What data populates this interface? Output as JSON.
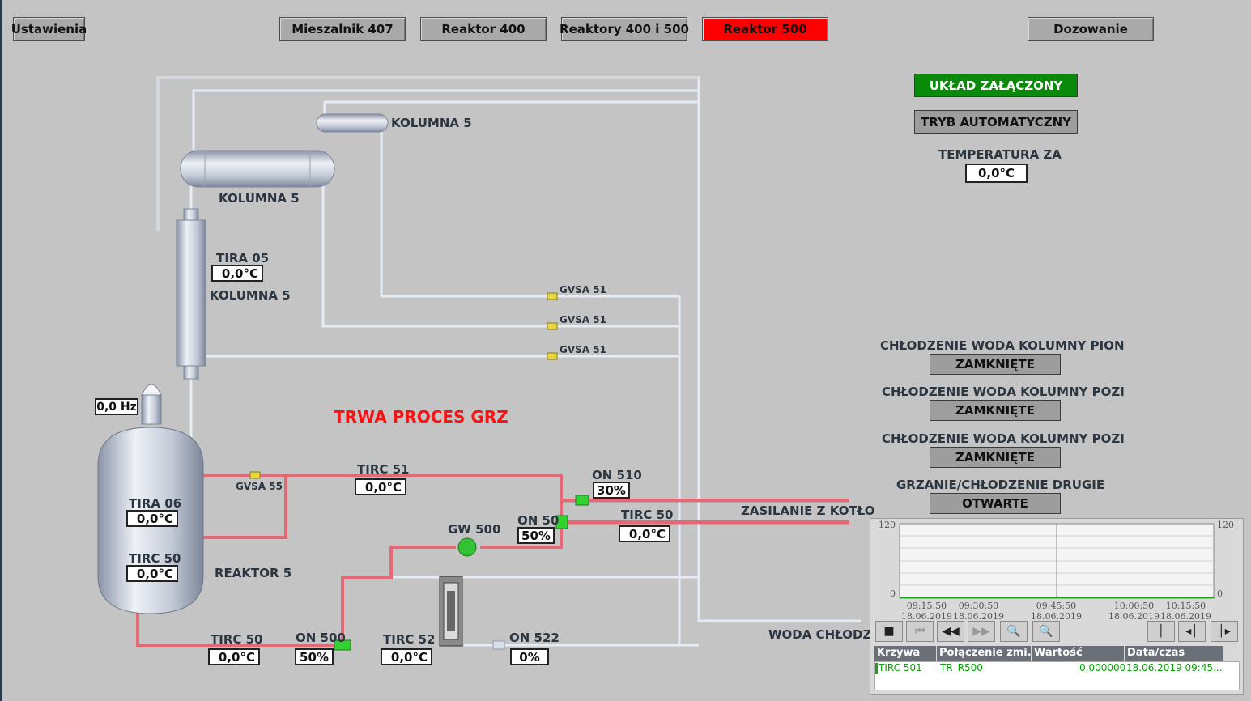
{
  "nav": {
    "settings": "Ustawienia",
    "mixer": "Mieszalnik 407",
    "reactor400": "Reaktor 400",
    "reactors400_500": "Reaktory 400 i 500",
    "reactor500": "Reaktor 500",
    "dosing": "Dozowanie"
  },
  "status": {
    "system_on": "UKŁAD ZAŁĄCZONY",
    "mode": "TRYB AUTOMATYCZNY",
    "temp_label": "TEMPERATURA ZA",
    "temp_value": "0,0°C"
  },
  "cooling": [
    {
      "label": "CHŁODZENIE WODA KOLUMNY PION",
      "state": "ZAMKNIĘTE"
    },
    {
      "label": "CHŁODZENIE WODA KOLUMNY POZI",
      "state": "ZAMKNIĘTE"
    },
    {
      "label": "CHŁODZENIE WODA KOLUMNY POZI",
      "state": "ZAMKNIĘTE"
    },
    {
      "label": "GRZANIE/CHŁODZENIE DRUGIE",
      "state": "OTWARTE"
    }
  ],
  "process": {
    "message": "TRWA PROCES GRZ",
    "col_top_label": "KOLUMNA 5",
    "col_horiz_label": "KOLUMNA 5",
    "col_vert_label": "KOLUMNA 5",
    "tira05_label": "TIRA 05",
    "tira05_value": "0,0°C",
    "motor_hz": "0,0 Hz",
    "tira06_label": "TIRA 06",
    "tira06_value": "0,0°C",
    "tirc50_label": "TIRC 50",
    "tirc50_value": "0,0°C",
    "reactor_label": "REAKTOR 5",
    "gvsa55": "GVSA 55",
    "tirc51_label": "TIRC 51",
    "tirc51_value": "0,0°C",
    "gvsa1": "GVSA 51",
    "gvsa2": "GVSA 51",
    "gvsa3": "GVSA 51",
    "on510_label": "ON 510",
    "on510_value": "30%",
    "on50x_label": "ON 50",
    "on50x_value": "50%",
    "tirc5r_label": "TIRC 50",
    "tirc5r_value": "0,0°C",
    "boiler_label": "ZASILANIE Z KOTŁO",
    "gw_label": "GW 500",
    "tirc5b_label": "TIRC 50",
    "tirc5b_value": "0,0°C",
    "on500_label": "ON 500",
    "on500_value": "50%",
    "tirc52_label": "TIRC 52",
    "tirc52_value": "0,0°C",
    "on522_label": "ON 522",
    "on522_value": "0%",
    "water_label": "WODA CHŁODZ"
  },
  "trend": {
    "y_max": "120",
    "y_min": "0",
    "time_labels": [
      {
        "t": "09:15:50",
        "d": "18.06.2019"
      },
      {
        "t": "09:30:50",
        "d": "18.06.2019"
      },
      {
        "t": "09:45:50",
        "d": "18.06.2019"
      },
      {
        "t": "10:00:50",
        "d": "18.06.2019"
      },
      {
        "t": "10:15:50",
        "d": "18.06.2019"
      }
    ],
    "table_headers": [
      "Krzywa",
      "Połączenie zmi...",
      "Wartość",
      "Data/czas"
    ],
    "row": {
      "curve": "TIRC 501",
      "tag": "TR_R500",
      "value": "0,000000",
      "datetime": "18.06.2019 09:45..."
    }
  },
  "colors": {
    "background": "#c4c4c4",
    "hot_pipe": "#e36a75",
    "cold_pipe": "#e6ecf4",
    "active_tab": "#ff0000",
    "on_status": "#0a8a0a",
    "alarm_text": "#ff1010"
  }
}
